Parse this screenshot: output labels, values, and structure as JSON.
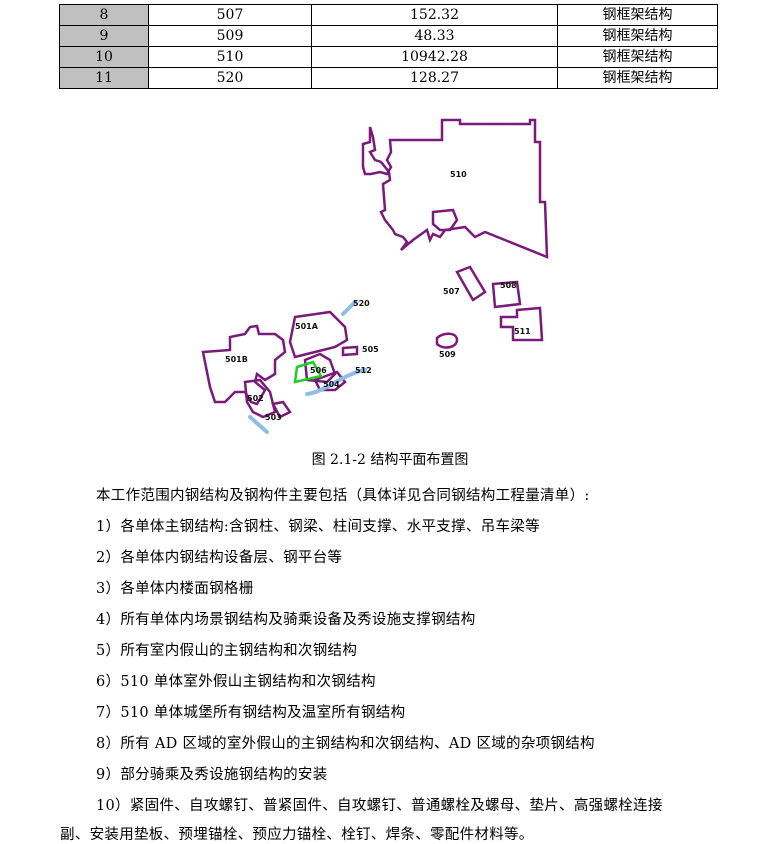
{
  "table": {
    "rows": [
      {
        "no": "8",
        "code": "507",
        "area": "152.32",
        "type": "钢框架结构"
      },
      {
        "no": "9",
        "code": "509",
        "area": "48.33",
        "type": "钢框架结构"
      },
      {
        "no": "10",
        "code": "510",
        "area": "10942.28",
        "type": "钢框架结构"
      },
      {
        "no": "11",
        "code": "520",
        "area": "128.27",
        "type": "钢框架结构"
      }
    ]
  },
  "figure": {
    "labels": {
      "b510": "510",
      "b507": "507",
      "b508": "508",
      "b511": "511",
      "b509_right": "509",
      "b520": "520",
      "b501a": "501A",
      "b501b": "501B",
      "b505": "505",
      "b512": "512",
      "b506": "506",
      "b504": "504",
      "b502": "502",
      "b503": "503"
    },
    "caption": "图 2.1-2 结构平面布置图",
    "colors": {
      "building": "#7a1a7a",
      "path": "#8fbde8",
      "highlight": "#22cc22"
    }
  },
  "content": {
    "intro": "本工作范围内钢结构及钢构件主要包括（具体详见合同钢结构工程量清单）:",
    "items": [
      "1）各单体主钢结构:含钢柱、钢梁、柱间支撑、水平支撑、吊车梁等",
      "2）各单体内钢结构设备层、钢平台等",
      "3）各单体内楼面钢格栅",
      "4）所有单体内场景钢结构及骑乘设备及秀设施支撑钢结构",
      "5）所有室内假山的主钢结构和次钢结构",
      "6）510 单体室外假山主钢结构和次钢结构",
      "7）510 单体城堡所有钢结构及温室所有钢结构",
      "8）所有 AD 区域的室外假山的主钢结构和次钢结构、AD 区域的杂项钢结构",
      "9）部分骑乘及秀设施钢结构的安装"
    ],
    "item10_line1": "10）紧固件、自攻螺钉、普紧固件、自攻螺钉、普通螺栓及螺母、垫片、高强螺栓连接",
    "item10_line2": "副、安装用垫板、预埋锚栓、预应力锚栓、栓钉、焊条、零配件材料等。"
  }
}
